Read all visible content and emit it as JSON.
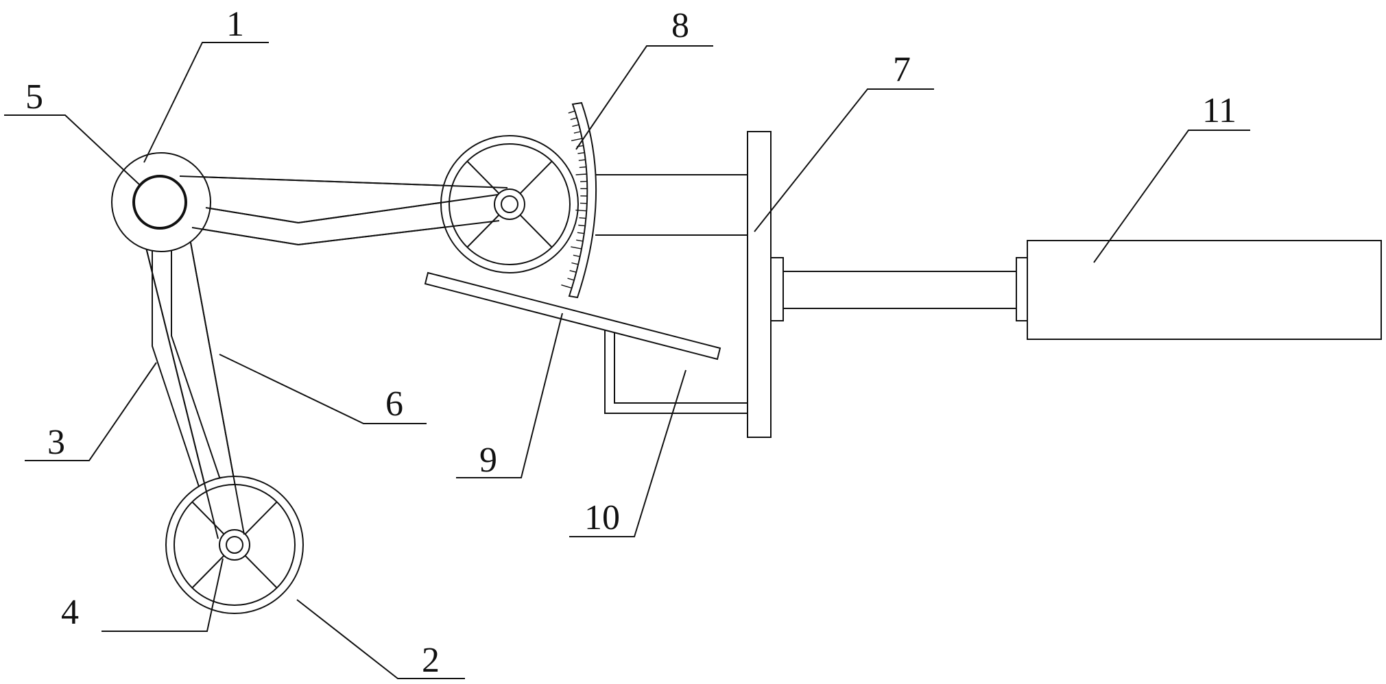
{
  "colors": {
    "line": "#111111",
    "background": "#ffffff"
  },
  "parts": [
    {
      "id": "part-1",
      "label": "1"
    },
    {
      "id": "part-2",
      "label": "2"
    },
    {
      "id": "part-3",
      "label": "3"
    },
    {
      "id": "part-4",
      "label": "4"
    },
    {
      "id": "part-5",
      "label": "5"
    },
    {
      "id": "part-6",
      "label": "6"
    },
    {
      "id": "part-7",
      "label": "7"
    },
    {
      "id": "part-8",
      "label": "8"
    },
    {
      "id": "part-9",
      "label": "9"
    },
    {
      "id": "part-10",
      "label": "10"
    },
    {
      "id": "part-11",
      "label": "11"
    }
  ],
  "scale": {
    "tick_count": 26
  }
}
